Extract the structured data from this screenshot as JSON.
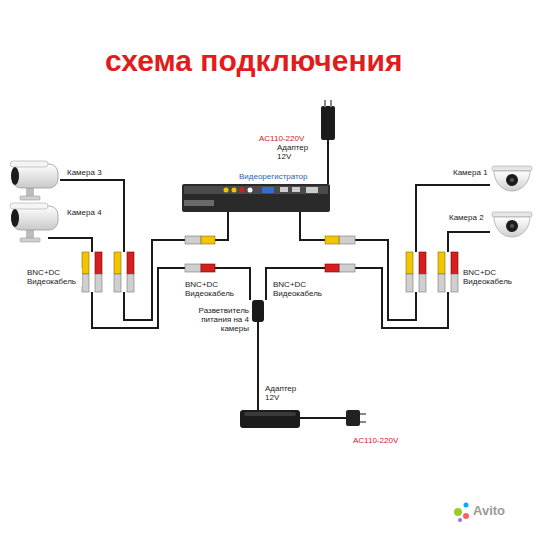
{
  "diagram": {
    "title": "схема подключения",
    "labels": [
      "AC110-220V",
      "Адаптер 12V",
      "Видеорегистратор",
      "Камера 3",
      "Камера 4",
      "Камера 1",
      "Камера 2",
      "BNC+DC Видеокабель",
      "BNC+DC Видеокабель",
      "BNC+DC Видеокабель",
      "BNC+DC Видеокабель",
      "Разветвитель питания на 4 камеры",
      "Адаптер 12V",
      "AC110-220V",
      "Avito"
    ]
  }
}
